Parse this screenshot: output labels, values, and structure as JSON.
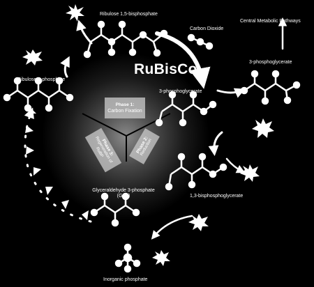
{
  "title": "RuBisCo",
  "labels": {
    "ribulose_bisphosphate": "Ribulose 1,5-bisphosphate",
    "carbon_dioxide": "Carbon Dioxide",
    "central_metabolic": "Central Metabolic Pathways",
    "pga_right": "3-phosphoglycerate",
    "pga_center": "3-phosphoglycerate",
    "ribulose_5p": "Ribulose 5-phosphate",
    "bpg": "1,3-bisphosphoglycerate",
    "g3p_line1": "Glyceraldehyde 3-phosphate",
    "g3p_line2": "(G3P)",
    "inorganic_phosphate": "Inorganic phosphate"
  },
  "phases": [
    {
      "title": "Phase 1:",
      "desc": "Carbon Fixation"
    },
    {
      "title": "Phase 2:",
      "desc": "Reduction"
    },
    {
      "title": "Phase 3:",
      "desc": "Regeneration of RuBP"
    }
  ],
  "colors": {
    "background": "#000000",
    "foreground": "#ffffff",
    "phase_box": "#c8c8c8"
  },
  "icons": [
    "starburst-icon",
    "arrow-icon",
    "molecule-icon"
  ]
}
